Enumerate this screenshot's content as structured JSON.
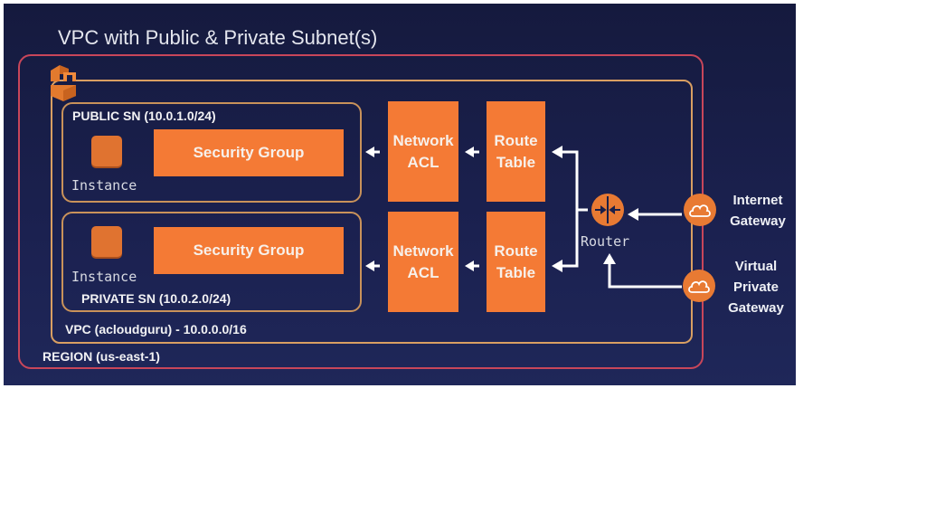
{
  "title": "VPC with Public & Private Subnet(s)",
  "region": {
    "label": "REGION (us-east-1)"
  },
  "vpc": {
    "label": "VPC (acloudguru) - 10.0.0.0/16",
    "icon": "aws-vpc-logo-icon"
  },
  "subnets": [
    {
      "label": "PUBLIC SN (10.0.1.0/24)",
      "instance_label": "Instance",
      "security_group_label": "Security Group"
    },
    {
      "label": "PRIVATE SN (10.0.2.0/24)",
      "instance_label": "Instance",
      "security_group_label": "Security Group"
    }
  ],
  "network_acls": [
    {
      "line1": "Network",
      "line2": "ACL"
    },
    {
      "line1": "Network",
      "line2": "ACL"
    }
  ],
  "route_tables": [
    {
      "line1": "Route",
      "line2": "Table"
    },
    {
      "line1": "Route",
      "line2": "Table"
    }
  ],
  "router": {
    "label": "Router",
    "icon": "router-icon"
  },
  "gateways": [
    {
      "line1": "Internet",
      "line2": "Gateway",
      "icon": "cloud-icon"
    },
    {
      "line1": "Virtual",
      "line2": "Private",
      "line3": "Gateway",
      "icon": "cloud-icon"
    }
  ],
  "colors": {
    "background": "#1b2150",
    "orange": "#f47a35",
    "region_border": "#c8465a",
    "vpc_border": "#d99f62",
    "text": "#f2f2f4"
  }
}
